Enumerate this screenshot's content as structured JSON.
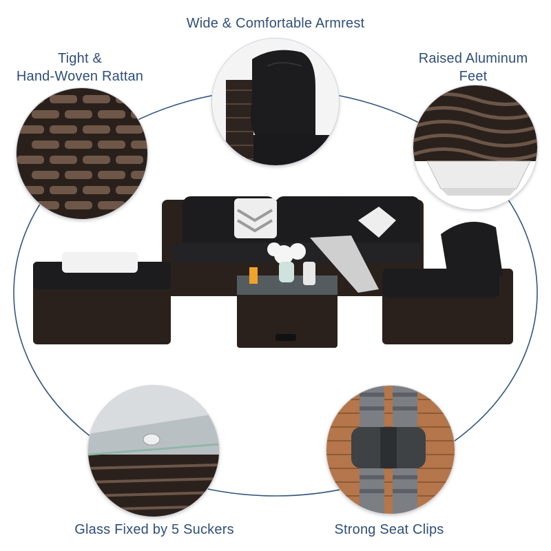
{
  "features": {
    "armrest": "Wide & Comfortable Armrest",
    "rattan_line1": "Tight &",
    "rattan_line2": "Hand-Woven Rattan",
    "feet_line1": "Raised Aluminum",
    "feet_line2": "Feet",
    "glass": "Glass Fixed by 5 Suckers",
    "clips": "Strong Seat Clips"
  },
  "colors": {
    "label": "#2f4e78",
    "connector": "#34557f",
    "cushion": "#1c1c1e",
    "rattan": "#3a2c24"
  }
}
